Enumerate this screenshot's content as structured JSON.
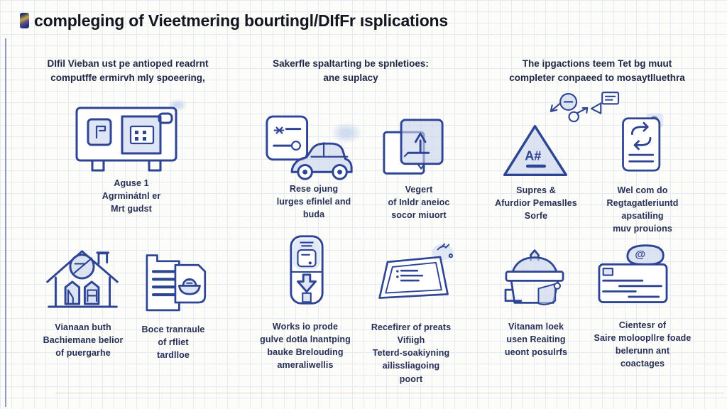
{
  "colors": {
    "ink_blue": "#2e4494",
    "fill_light_blue": "#c9d5ee",
    "paper": "#fcfcf8",
    "grid_line": "#e4e9f3",
    "title_text": "#14151e",
    "body_text": "#273056"
  },
  "title": "compleging of Vieetmering bourtingl/DIfFr ısplications",
  "columns": [
    {
      "header": "DIfil Vieban ust pe antioped readrnt\ncomputffe ermirvh mly spoeering,",
      "items": [
        {
          "icon": "washing-machine-icon",
          "caption": "Aguse 1\nAgrminátnl er\nMrt gudst"
        },
        {
          "icon": "house-no-entry-icon",
          "caption": "Vianaan buth\nBachiemane belior\nof puergarhe"
        },
        {
          "icon": "document-lock-icon",
          "caption": "Boce tranraule\nof rfliet\ntardlloe"
        }
      ]
    },
    {
      "header": "Sakerfle spaltarting be spnletioes:\nane suplacy",
      "items": [
        {
          "icon": "settings-card-car-icon",
          "caption": "Rese ojung\nlurges efinlel and\nbuda"
        },
        {
          "icon": "overlapping-windows-arrow-icon",
          "caption": "Vegert\nof Inldr aneioc\nsocor miuort"
        },
        {
          "icon": "phone-download-icon",
          "caption": "Works io prode\ngulve dotla lnantping\nbauke Brelouding\nameraliwellis"
        },
        {
          "icon": "tablet-notes-sparkle-icon",
          "caption": "Recefirer of preats\nVifiigh\nTeterd-soakiyning\nailissliagoing\npoort"
        }
      ]
    },
    {
      "header": "The ipgactions teem Tet bg muut\ncompleter conpaeed to mosaytlluethra",
      "items": [
        {
          "icon": "warning-triangle-icon",
          "icon_label": "A#",
          "caption": "Supres &\nAfurdior Pemaslles\nSorfe"
        },
        {
          "icon": "document-refresh-icon",
          "caption": "Wel com do\nRegtagatleriuntd\napsatiling\nmuv prouions"
        },
        {
          "icon": "cooking-pot-icon",
          "caption": "Vitanam loek\nusen Reaiting\nueont posulrfs"
        },
        {
          "icon": "letter-chat-icon",
          "icon_label": "@",
          "caption": "Cientesr of\nSaire moloopllre foade\nbelerunn ant\ncoactages"
        }
      ]
    }
  ]
}
